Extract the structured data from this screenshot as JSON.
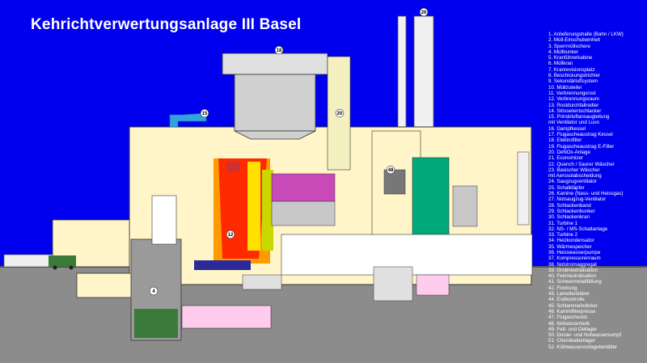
{
  "title": "Kehrichtverwertungsanlage III  Basel",
  "callouts": {
    "n12": "12",
    "n15": "15",
    "n18": "18",
    "n20": "20",
    "n26": "26",
    "n4": "4",
    "n48": "48"
  },
  "legend": [
    "1.  Anlieferungshalle (Bahn / LKW)",
    "2.  Müll-Einschubeinheit",
    "3.  Sperrmüllschere",
    "4.  Müllbunker",
    "5.  Kranführerkabine",
    "6.  Müllkran",
    "7.  Kranrevisionsplatz",
    "8.  Beschickungstrichter",
    "9.  Sekundärluftsystem",
    "10. Müllzuteiler",
    "11. Verbrennungsrost",
    "12. Verbrennungsraum",
    "13. Rostdurchfallredler",
    "14. Stösselentschlacker",
    "15. Primärluftansaugleitung",
    "     mit Ventilator und Luvo",
    "16. Dampfkessel",
    "17. Flugascheaustrag Kessel",
    "18. Elektrofilter",
    "19. Flugascheaustrag E-Filter",
    "20. DeNOx-Anlage",
    "21. Economizer",
    "22. Quench / Saurer Wäscher",
    "23. Basischer Wäscher",
    "     mit Aerosolabscheidung",
    "24. Saugzugventilator",
    "25. Schalldäpfer",
    "26. Kamine (Nass- und Heissgas)",
    "27. Notsaugzug-Ventilator",
    "28. Schlackenband",
    "29. Schlackenbunker",
    "30. Schlackenkran",
    "31. Turbine 1",
    "32. NS- / MS-Schaltanlage",
    "33. Turbine 2",
    "34. Heizkondensator",
    "35. Wärmespeicher",
    "36. Heisswasserpumpe",
    "37. Kompressorenraum",
    "38. Notstromaggregat",
    "39. Grobneutralisation",
    "40. Feinneutralisation",
    "41. Schwermetallfällung",
    "42. Flockung",
    "43. Lamellenklärer",
    "44. Endkontrolle",
    "45. Schlammeindicker",
    "46. Kammfilterpresse",
    "47. Flugaschesilo",
    "48. Notwassertank",
    "49. Fett- und Oellager",
    "50. Dosier- und Notwassersumpf",
    "51. Chemikalienlager",
    "52. Kühlwasservorlagebehälter"
  ]
}
